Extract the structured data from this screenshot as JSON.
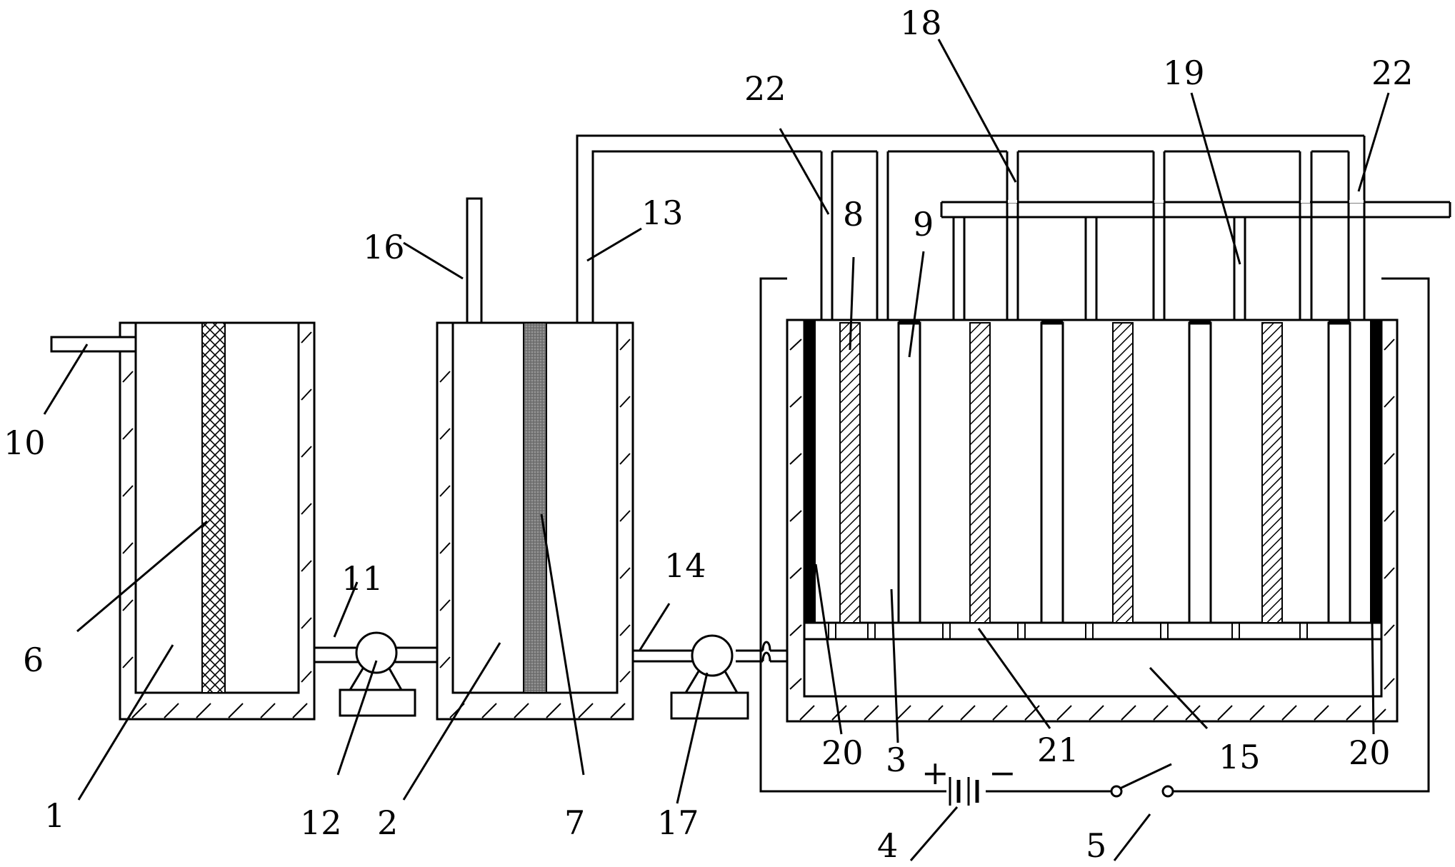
{
  "labels": {
    "l1": "1",
    "l2": "2",
    "l3": "3",
    "l4": "4",
    "l5": "5",
    "l6": "6",
    "l7": "7",
    "l8": "8",
    "l9": "9",
    "l10": "10",
    "l11": "11",
    "l12": "12",
    "l13": "13",
    "l14": "14",
    "l15": "15",
    "l16": "16",
    "l17": "17",
    "l18": "18",
    "l19": "19",
    "l20a": "20",
    "l20b": "20",
    "l21": "21",
    "l22a": "22",
    "l22b": "22",
    "plus": "+",
    "minus": "−"
  }
}
